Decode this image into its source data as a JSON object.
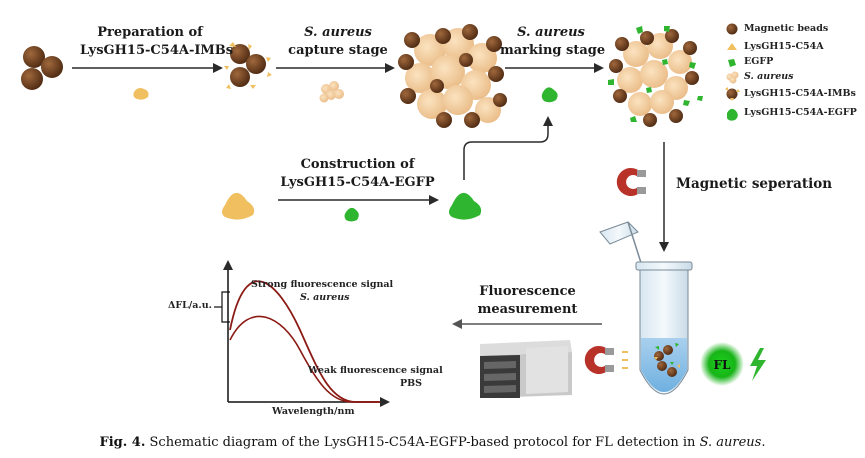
{
  "steps": {
    "prep_line1": "Preparation of",
    "prep_line2": "LysGH15-C54A-IMBs",
    "capture_line1": "S. aureus",
    "capture_line2": "capture stage",
    "marking_line1": "S. aureus",
    "marking_line2": "marking stage",
    "construct_line1": "Construction of",
    "construct_line2": "LysGH15-C54A-EGFP",
    "magnetic": "Magnetic seperation",
    "fluor_line1": "Fluorescence",
    "fluor_line2": "measurement"
  },
  "legend": [
    {
      "icon": "magnetic-bead-icon",
      "label": "Magnetic beads"
    },
    {
      "icon": "lysin-icon",
      "label": "LysGH15-C54A"
    },
    {
      "icon": "egfp-icon",
      "label": "EGFP"
    },
    {
      "icon": "s-aureus-icon",
      "label": "S. aureus"
    },
    {
      "icon": "imb-icon",
      "label": "LysGH15-C54A-IMBs"
    },
    {
      "icon": "lysin-egfp-icon",
      "label": "LysGH15-C54A-EGFP"
    }
  ],
  "chart": {
    "ylabel": "ΔFL/a.u.",
    "xlabel": "Wavelength/nm",
    "strong_line1": "Strong fluorescence signal",
    "strong_line2": "S. aureus",
    "weak_line1": "Weak fluorescence signal",
    "weak_line2": "PBS"
  },
  "fl_label": "FL",
  "caption": {
    "fig": "Fig. 4.",
    "text": " Schematic diagram of the LysGH15-C54A-EGFP-based protocol for FL detection in ",
    "organism": "S. aureus",
    "end": "."
  },
  "colors": {
    "bead": "#6b3f1f",
    "lysin": "#f0c060",
    "egfp": "#2fb52f",
    "bacteria": "#f3cf9c",
    "magnet": "#b8322a",
    "curve": "#8b1a14"
  }
}
